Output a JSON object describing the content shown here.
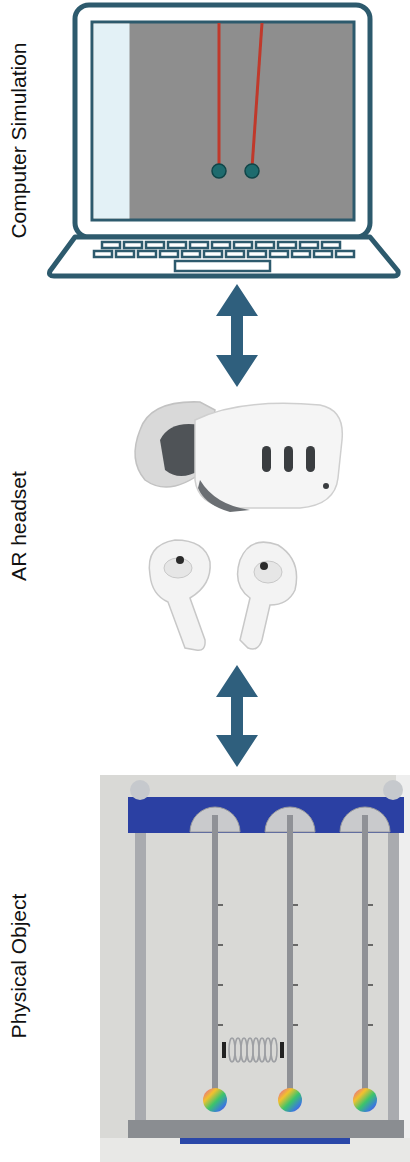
{
  "diagram": {
    "nodes": [
      {
        "text": [
          "Computer Simulation"
        ]
      },
      {
        "text": [
          "AR headset"
        ]
      },
      {
        "text": [
          "Physical Object"
        ]
      }
    ],
    "edges": [
      {
        "from": 0,
        "to": 1,
        "arrow": "both"
      },
      {
        "from": 1,
        "to": 2,
        "arrow": "both"
      }
    ]
  }
}
